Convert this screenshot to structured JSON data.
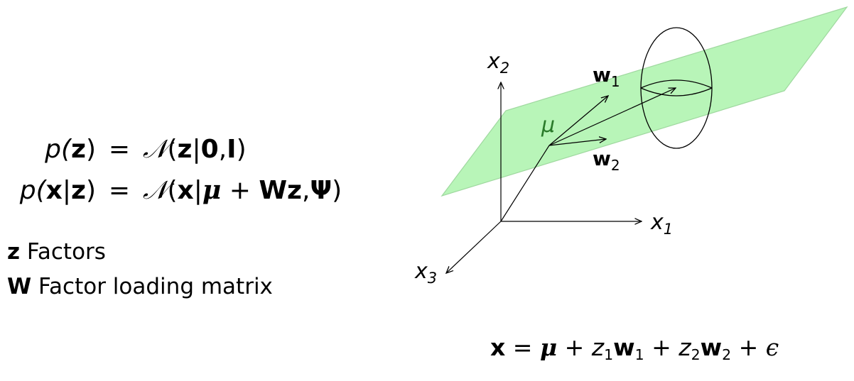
{
  "equations": {
    "row1": {
      "lhs_parts": [
        "p(",
        "z",
        ")"
      ],
      "eq": "=",
      "rhs_parts": [
        "𝒩",
        "(",
        "z",
        "|",
        "0",
        ",",
        "I",
        ")"
      ]
    },
    "row2": {
      "lhs_parts": [
        "p(",
        "x",
        "|",
        "z",
        ")"
      ],
      "eq": "=",
      "rhs_parts": [
        "𝒩",
        "(",
        "x",
        "|",
        "μ",
        " + ",
        "Wz",
        ",",
        "Ψ",
        ")"
      ]
    }
  },
  "legend": [
    {
      "symbol": "z",
      "text": " Factors"
    },
    {
      "symbol": "W",
      "text": " Factor loading matrix"
    }
  ],
  "diagram": {
    "axis_x1_label": "x",
    "axis_x1_sub": "1",
    "axis_x2_label": "x",
    "axis_x2_sub": "2",
    "axis_x3_label": "x",
    "axis_x3_sub": "3",
    "mu_label": "μ",
    "w1_label": "w",
    "w1_sub": "1",
    "w2_label": "w",
    "w2_sub": "2",
    "plane_color": "#b8f5b8",
    "plane_stroke": "#9fd89f",
    "mu_color": "#2a7a2a"
  },
  "bottom_equation": {
    "x": "x",
    "eq": " = ",
    "mu": "μ",
    "plus1": " + ",
    "z1": "z",
    "z1_sub": "1",
    "w1": "w",
    "w1_sub": "1",
    "plus2": " + ",
    "z2": "z",
    "z2_sub": "2",
    "w2": "w",
    "w2_sub": "2",
    "plus3": " + ",
    "eps": "ϵ"
  }
}
